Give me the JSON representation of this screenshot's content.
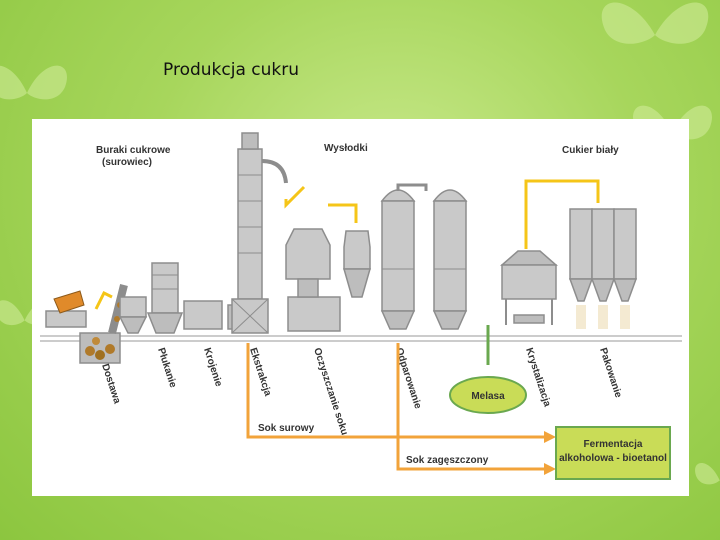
{
  "slide": {
    "title": "Produkcja cukru"
  },
  "diagram": {
    "labels": {
      "raw": [
        "Buraki cukrowe",
        "(surowiec)"
      ],
      "pulp": "Wysłodki",
      "sugar": "Cukier biały",
      "molasses": "Melasa",
      "raw_juice": "Sok surowy",
      "thick_juice": "Sok zagęszczony",
      "fermentation": [
        "Fermentacja",
        "alkoholowa - bioetanol"
      ]
    },
    "stages": [
      "Dostawa",
      "Płukanie",
      "Krojenie",
      "Ekstrakcja",
      "Oczyszczanie soku",
      "Odparowanie",
      "Krystalizacja",
      "Pakowanie"
    ]
  },
  "colors": {
    "juice_flow": "#f2a33a",
    "product_flow": "#f5c518",
    "molasses": "#c9dc57",
    "fermentation": "#c9dc57"
  }
}
